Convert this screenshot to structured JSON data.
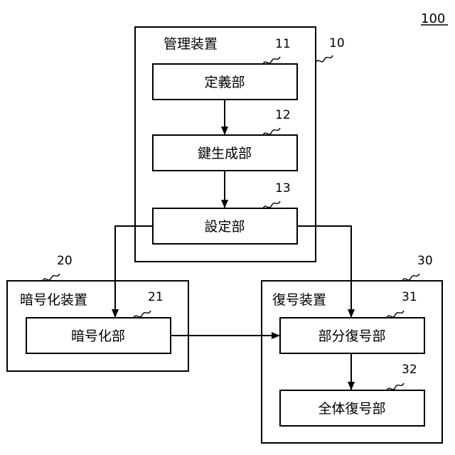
{
  "figure_ref": "100",
  "management_device": {
    "title": "管理装置",
    "ref": "10",
    "definition_unit": {
      "label": "定義部",
      "ref": "11"
    },
    "key_generation_unit": {
      "label": "鍵生成部",
      "ref": "12"
    },
    "setting_unit": {
      "label": "設定部",
      "ref": "13"
    }
  },
  "encryption_device": {
    "title": "暗号化装置",
    "ref": "20",
    "encryption_unit": {
      "label": "暗号化部",
      "ref": "21"
    }
  },
  "decryption_device": {
    "title": "復号装置",
    "ref": "30",
    "partial_decryption_unit": {
      "label": "部分復号部",
      "ref": "31"
    },
    "full_decryption_unit": {
      "label": "全体復号部",
      "ref": "32"
    }
  }
}
